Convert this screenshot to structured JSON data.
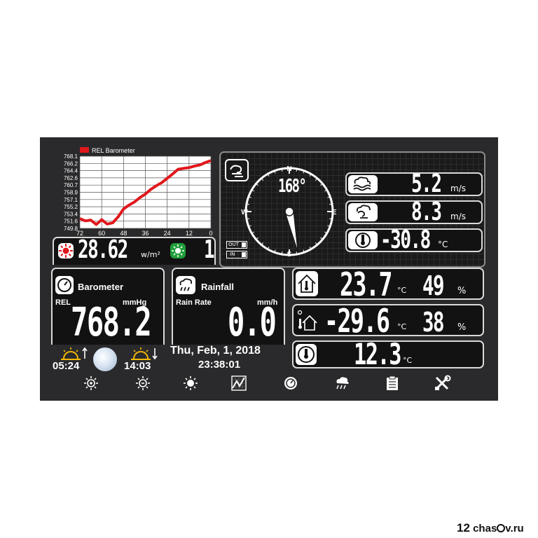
{
  "chart_data": {
    "type": "line",
    "legend": "REL Barometer",
    "x_ticks": [
      "72",
      "60",
      "48",
      "36",
      "24",
      "12",
      "0"
    ],
    "y_ticks": [
      "768.1",
      "766.2",
      "764.4",
      "762.6",
      "760.7",
      "758.9",
      "757.1",
      "755.2",
      "753.4",
      "751.6",
      "749.8"
    ],
    "ylim": [
      749.8,
      768.1
    ],
    "xlim": [
      72,
      0
    ],
    "x": [
      72,
      69,
      66,
      63,
      60,
      57,
      54,
      51,
      48,
      45,
      42,
      39,
      36,
      33,
      30,
      27,
      24,
      21,
      18,
      15,
      12,
      9,
      6,
      3,
      0
    ],
    "values": [
      752.3,
      751.7,
      751.9,
      750.8,
      752.0,
      750.9,
      751.2,
      752.7,
      754.7,
      755.7,
      756.5,
      757.6,
      758.5,
      759.7,
      760.6,
      761.4,
      762.5,
      763.6,
      764.8,
      765.0,
      765.2,
      765.6,
      765.9,
      766.5,
      767.0
    ],
    "line_color": "#e0181c",
    "grid": true
  },
  "solar": {
    "value": "28.62",
    "unit": "w/m²",
    "uv_index": "1"
  },
  "wind": {
    "direction_deg": 168,
    "direction_text": "168°",
    "compass": {
      "n": "N",
      "s": "S",
      "e": "E",
      "w": "W"
    },
    "out_label": "OUT",
    "in_label": "IN",
    "speed": {
      "value": "5.2",
      "unit": "m/s"
    },
    "gust": {
      "value": "8.3",
      "unit": "m/s"
    },
    "chill": {
      "value": "-30.8",
      "unit": "°C"
    }
  },
  "barometer": {
    "title": "Barometer",
    "mode": "REL",
    "unit": "mmHg",
    "value": "768.2"
  },
  "rainfall": {
    "title": "Rainfall",
    "mode": "Rain Rate",
    "unit": "mm/h",
    "value": "0.0"
  },
  "indoor": {
    "temp": "23.7",
    "temp_unit": "°C",
    "humidity": "49",
    "hum_unit": "%"
  },
  "outdoor": {
    "temp": "-29.6",
    "temp_unit": "°C",
    "humidity": "38",
    "hum_unit": "%"
  },
  "dewpoint": {
    "value": "12.3",
    "unit": "°C"
  },
  "sun": {
    "sunrise": "05:24",
    "sunset": "14:03"
  },
  "datetime": {
    "date": "Thu, Feb, 1, 2018",
    "time": "23:38:01"
  },
  "toolbar": [
    "brightness-up",
    "brightness-down",
    "sun",
    "graph",
    "barometer",
    "rain",
    "clipboard",
    "tools"
  ],
  "watermark": {
    "prefix": "12",
    "mid": "chas",
    "suffix": "v.ru"
  },
  "colors": {
    "accent_red": "#e0181c",
    "uv_green": "#1f9e3a",
    "screen": "#2a2a2c"
  }
}
